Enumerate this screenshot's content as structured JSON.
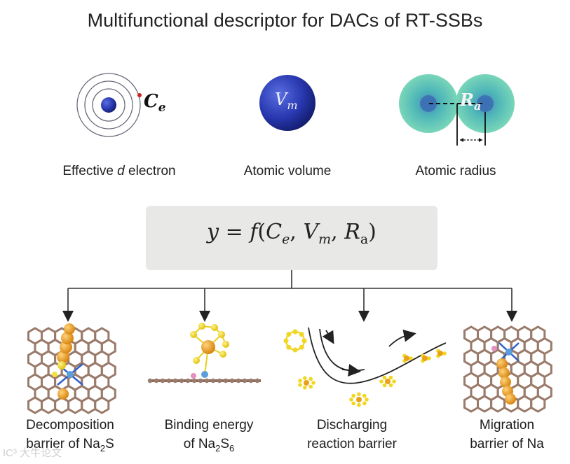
{
  "title": "Multifunctional descriptor for DACs of RT-SSBs",
  "descriptors": [
    {
      "symbol": "C",
      "sub": "e",
      "label_pre": "Effective ",
      "label_em": "d",
      "label_post": " electron"
    },
    {
      "symbol": "V",
      "sub": "m",
      "label": "Atomic volume"
    },
    {
      "symbol": "R",
      "sub": "a",
      "label": "Atomic radius"
    }
  ],
  "formula": {
    "lhs": "y",
    "eq": " = ",
    "func": "f",
    "open": "(",
    "c": "C",
    "c_sub": "e",
    "comma1": ", ",
    "v": "V",
    "v_sub": "m",
    "comma2": ", ",
    "r": "R",
    "r_sub": "a",
    "close": ")"
  },
  "outcomes": [
    {
      "line1": "Decomposition",
      "line2_pre": "barrier of Na",
      "line2_sub": "2",
      "line2_post": "S"
    },
    {
      "line1": "Binding energy",
      "line2_pre": "of Na",
      "line2_sub": "2",
      "line2_mid": "S",
      "line2_sub2": "6"
    },
    {
      "line1": "Discharging",
      "line2": "reaction barrier"
    },
    {
      "line1": "Migration",
      "line2": "barrier of Na"
    }
  ],
  "watermark": "IC³ 大牛论文",
  "colors": {
    "carbon": "#a38576",
    "sulfur": "#f2d61f",
    "sodium": "#e9a11c",
    "nitrogen": "#2f5fc9",
    "atom_blue": "#2636a8",
    "teal": "#5ec7b4",
    "formula_bg": "#e8e8e6"
  }
}
